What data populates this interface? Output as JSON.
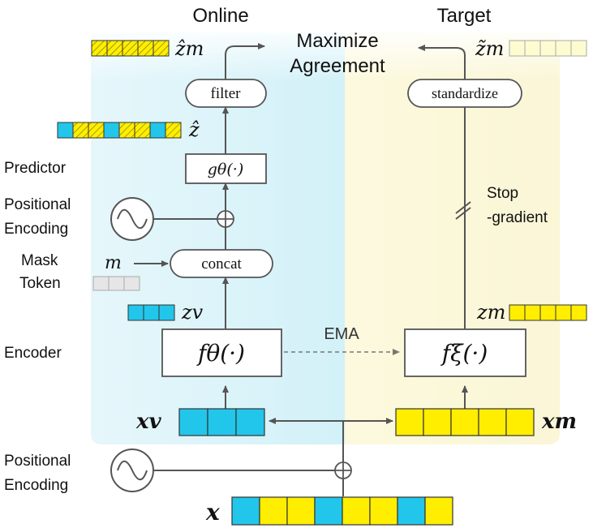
{
  "headers": {
    "online": "Online",
    "target": "Target"
  },
  "objective": {
    "line1": "Maximize",
    "line2": "Agreement"
  },
  "labels": {
    "predictor": "Predictor",
    "pos_enc_upper_1": "Positional",
    "pos_enc_upper_2": "Encoding",
    "mask_1": "Mask",
    "mask_2": "Token",
    "encoder": "Encoder",
    "pos_enc_lower_1": "Positional",
    "pos_enc_lower_2": "Encoding",
    "stop_1": "Stop",
    "stop_2": "-gradient",
    "ema": "EMA"
  },
  "boxes": {
    "filter": "filter",
    "standardize": "standardize",
    "concat": "concat",
    "predictor_fn": "gθ(·)",
    "online_encoder_fn": "fθ(·)",
    "target_encoder_fn": "fξ(·)"
  },
  "symbols": {
    "z_hat_m": "ẑm",
    "z_hat": "ẑ",
    "z_tilde_m": "z̃m",
    "m": "m",
    "z_v": "zv",
    "z_m": "zm",
    "x_v": "xv",
    "x_m": "xm",
    "x": "x"
  },
  "colors": {
    "visible_token": "#22c6ea",
    "masked_token": "#ffee00",
    "masked_token_light": "#fdfbd0",
    "mask_token": "#e6e6e6",
    "online_panel": "#d8f3f9",
    "target_panel": "#fbf8dc"
  },
  "sequences": {
    "x": [
      "v",
      "m",
      "m",
      "v",
      "m",
      "m",
      "v",
      "m"
    ],
    "z_hat": [
      "v",
      "h",
      "h",
      "v",
      "h",
      "h",
      "v",
      "h"
    ]
  }
}
